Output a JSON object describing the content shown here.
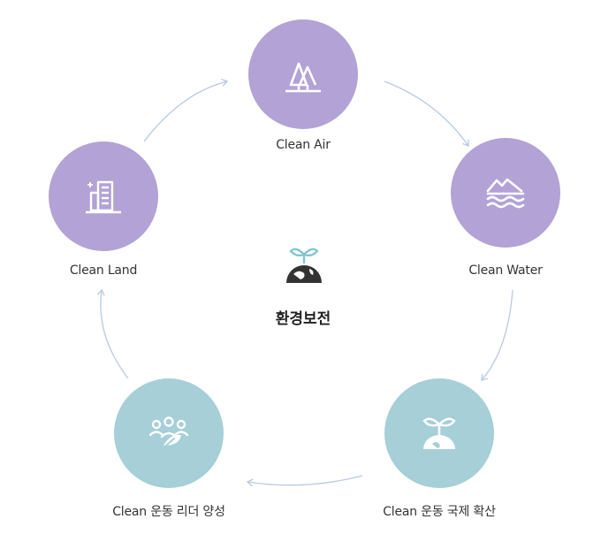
{
  "colors": {
    "purple": "#b3a2d6",
    "teal": "#a6cfd8",
    "arrow": "#b9c9e0",
    "icon": "#ffffff",
    "center_icon": "#333333",
    "sprout": "#7fc3d0"
  },
  "center": {
    "title": "환경보전",
    "icon": "sprout-on-globe-icon"
  },
  "nodes": [
    {
      "id": "air",
      "label": "Clean Air",
      "icon": "trees-icon",
      "color": "purple"
    },
    {
      "id": "water",
      "label": "Clean Water",
      "icon": "waves-icon",
      "color": "purple"
    },
    {
      "id": "intl",
      "label": "Clean 운동 국제 확산",
      "icon": "sprout-globe-icon",
      "color": "teal"
    },
    {
      "id": "leader",
      "label": "Clean 운동 리더 양성",
      "icon": "people-leaf-icon",
      "color": "teal"
    },
    {
      "id": "land",
      "label": "Clean Land",
      "icon": "buildings-icon",
      "color": "purple"
    }
  ]
}
